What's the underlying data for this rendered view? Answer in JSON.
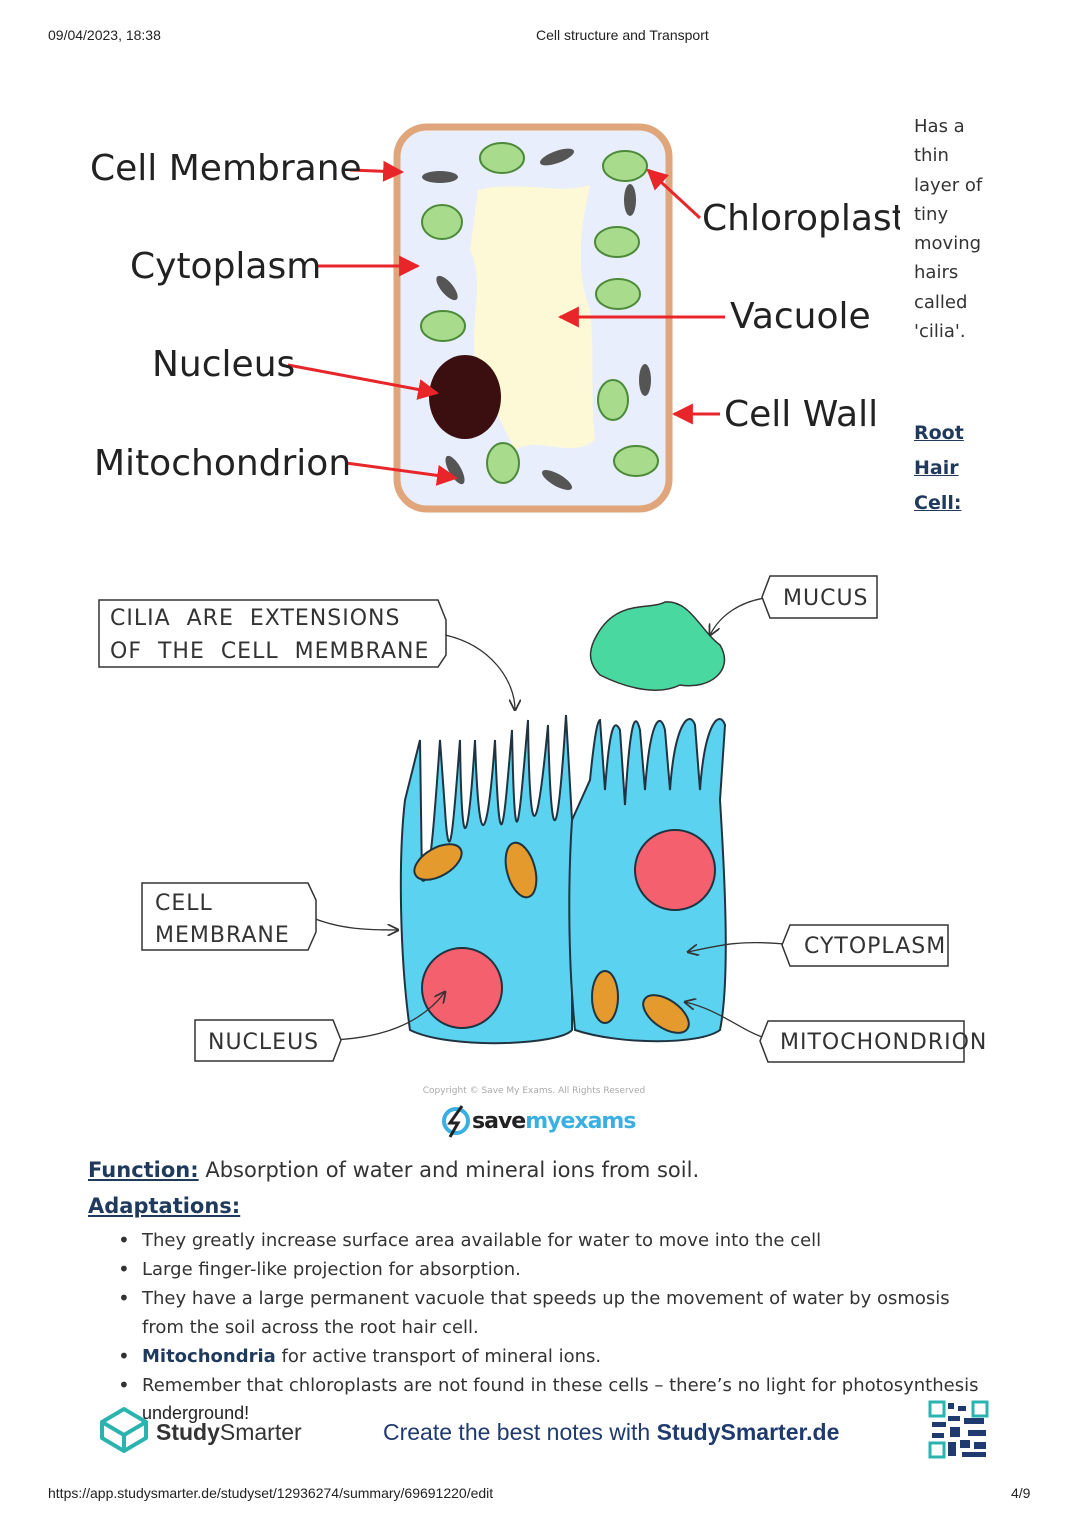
{
  "header": {
    "datetime": "09/04/2023, 18:38",
    "title": "Cell structure and Transport"
  },
  "plant_cell": {
    "labels": [
      "Cell Membrane",
      "Cytoplasm",
      "Nucleus",
      "Mitochondrion",
      "Chloroplast",
      "Vacuole",
      "Cell Wall"
    ]
  },
  "side_note": {
    "text": [
      "Has a",
      "thin",
      "layer of",
      "tiny",
      "moving",
      "hairs",
      "called",
      "'cilia'."
    ],
    "link": [
      "Root",
      "Hair",
      "Cell:"
    ]
  },
  "root_cell": {
    "cilia_label": [
      "CILIA  ARE  EXTENSIONS",
      "OF  THE  CELL  MEMBRANE"
    ],
    "mucus": "MUCUS",
    "membrane": [
      "CELL",
      "MEMBRANE"
    ],
    "nucleus": "NUCLEUS",
    "cytoplasm": "CYTOPLASM",
    "mitochondrion": "MITOCHONDRION",
    "copyright": "Copyright © Save My Exams. All Rights Reserved",
    "logo_save": "save",
    "logo_my": "my",
    "logo_exams": "exams"
  },
  "content": {
    "function_label": "Function:",
    "function_text": " Absorption of water and mineral ions from soil.",
    "adaptations_label": "Adaptations:",
    "bullets": [
      "They greatly increase surface area available for water to move into the cell",
      "Large finger-like projection for absorption.",
      "They have a large permanent vacuole that speeds up the movement of water by osmosis from the soil across the root hair cell.",
      "for active transport of mineral ions.",
      "Remember that chloroplasts are not found in these cells – there’s no light for photosynthesis"
    ],
    "bullet4_bold": "Mitochondria"
  },
  "footer": {
    "brand_small": "underground!",
    "brand_study": "Study",
    "brand_smarter": "Smarter",
    "cta": "Create the best notes with ",
    "cta_bold": "StudySmarter.de",
    "url": "https://app.studysmarter.de/studyset/12936274/summary/69691220/edit",
    "page": "4/9"
  },
  "colors": {
    "arrow": "#e8262a",
    "cell_fill": "#5bd3f0",
    "nucleus": "#f4606e",
    "mucus": "#48d8a0",
    "link": "#1f3a5c"
  }
}
